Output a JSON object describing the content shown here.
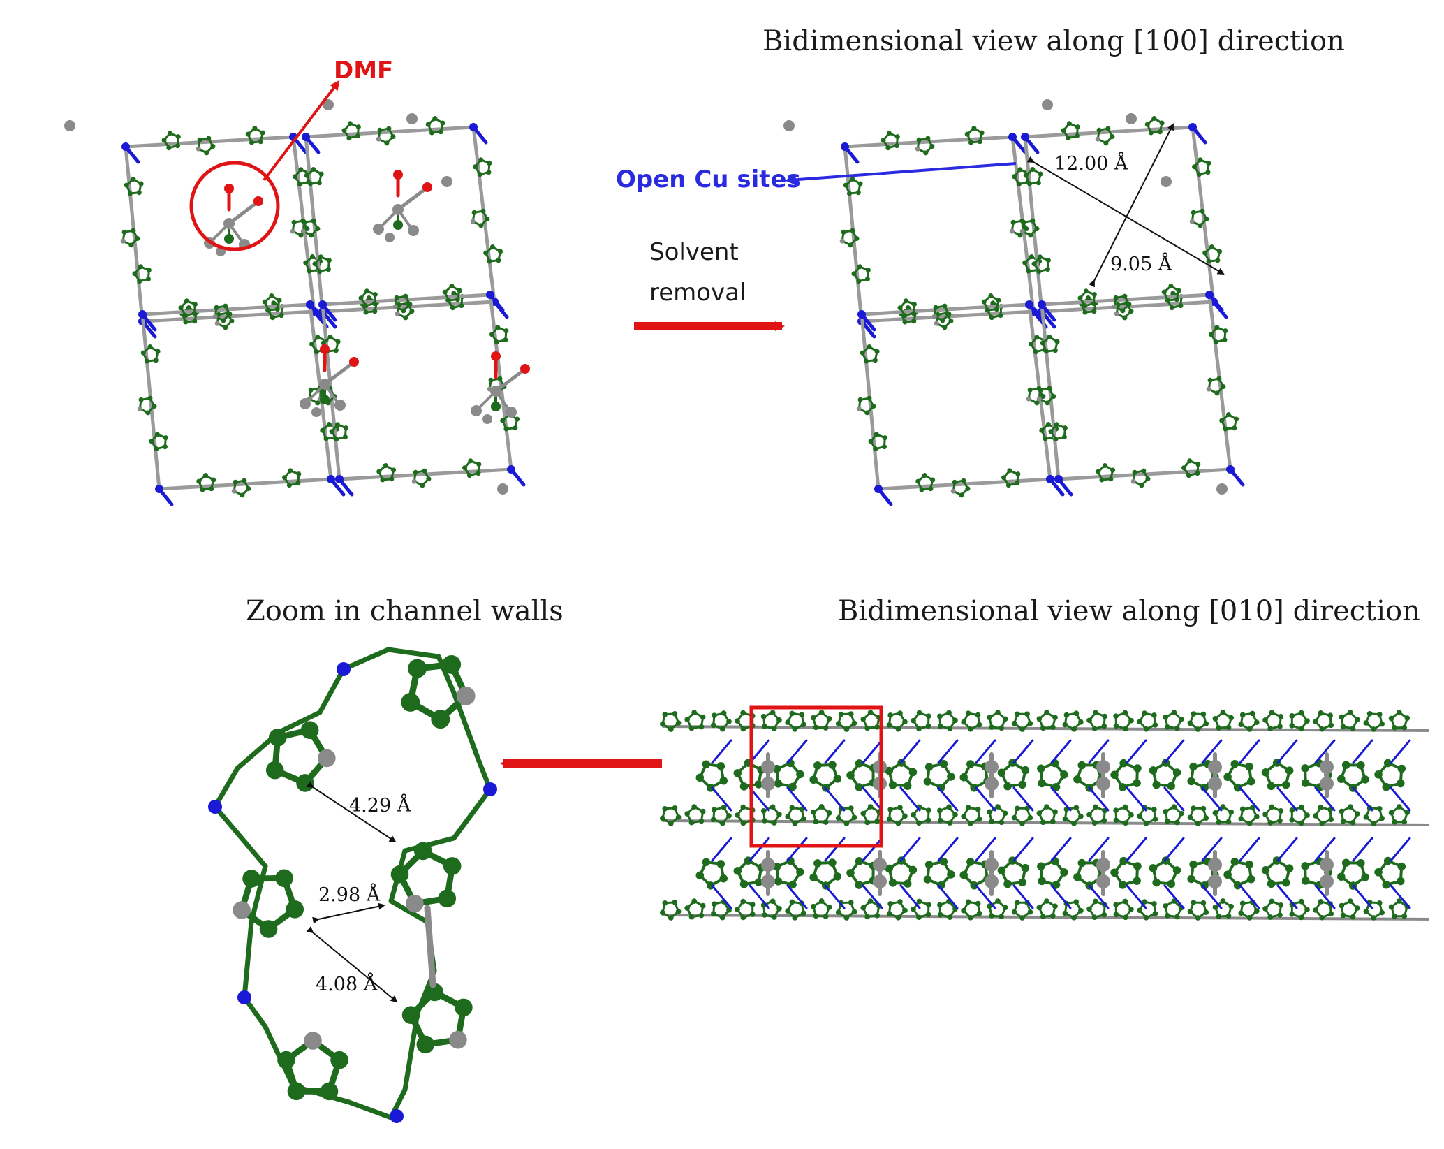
{
  "titles": {
    "top_right": "Bidimensional view along [100] direction",
    "bottom_left": "Zoom in channel walls",
    "bottom_right": "Bidimensional view along [010] direction"
  },
  "labels": {
    "dmf": "DMF",
    "open_cu": "Open Cu sites",
    "solvent_line1": "Solvent",
    "solvent_line2": "removal"
  },
  "measurements": {
    "d_12": "12.00 Å",
    "d_905": "9.05 Å",
    "d_429": "4.29 Å",
    "d_298": "2.98 Å",
    "d_408": "4.08 Å"
  },
  "colors": {
    "carbon_ring": "#1e6b1e",
    "nitrogen": "#1a1ad6",
    "oxygen": "#e01414",
    "gray_atom": "#8a8a8a",
    "arrow_red": "#e01414",
    "label_blue": "#2a2ae0"
  }
}
